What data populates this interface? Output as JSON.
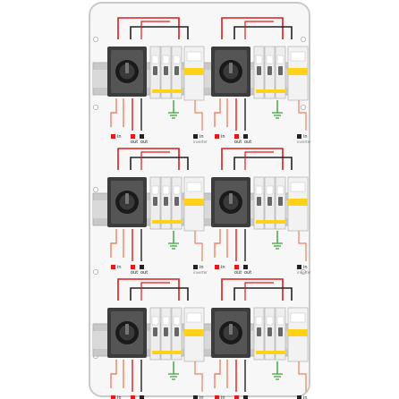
{
  "panel": {
    "rows": 3,
    "cols": 2,
    "colors": {
      "enclosure_fill": "#f7f7f7",
      "enclosure_stroke": "#c9c9c9",
      "rail": "#c8c8c8",
      "red_wire": "#e01b1b",
      "black_wire": "#222222",
      "salmon_wire": "#f08060",
      "ground": "#3aa53a",
      "yellow": "#ffd11a",
      "isolator": "#3c3c3c",
      "breaker": "#eeeeee"
    }
  },
  "unit": {
    "labels": {
      "pv_plus_in": "in",
      "pv_minus_out": "out",
      "out2": "out",
      "ac_in": "in",
      "ac_sub": "inverter"
    }
  }
}
